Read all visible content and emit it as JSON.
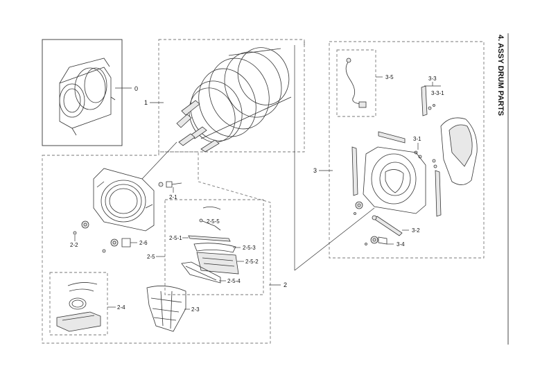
{
  "title": "4. ASSY DRUM PARTS",
  "labels": {
    "l0": "0",
    "l1": "1",
    "l2": "2",
    "l2_1": "2-1",
    "l2_2": "2-2",
    "l2_3": "2-3",
    "l2_4": "2-4",
    "l2_5": "2-5",
    "l2_5_1": "2-5-1",
    "l2_5_2": "2-5-2",
    "l2_5_3": "2-5-3",
    "l2_5_4": "2-5-4",
    "l2_5_5": "2-5-5",
    "l2_6": "2-6",
    "l3": "3",
    "l3_1": "3-1",
    "l3_2": "3-2",
    "l3_3": "3-3",
    "l3_3_1": "3-3-1",
    "l3_4": "3-4",
    "l3_5": "3-5"
  }
}
